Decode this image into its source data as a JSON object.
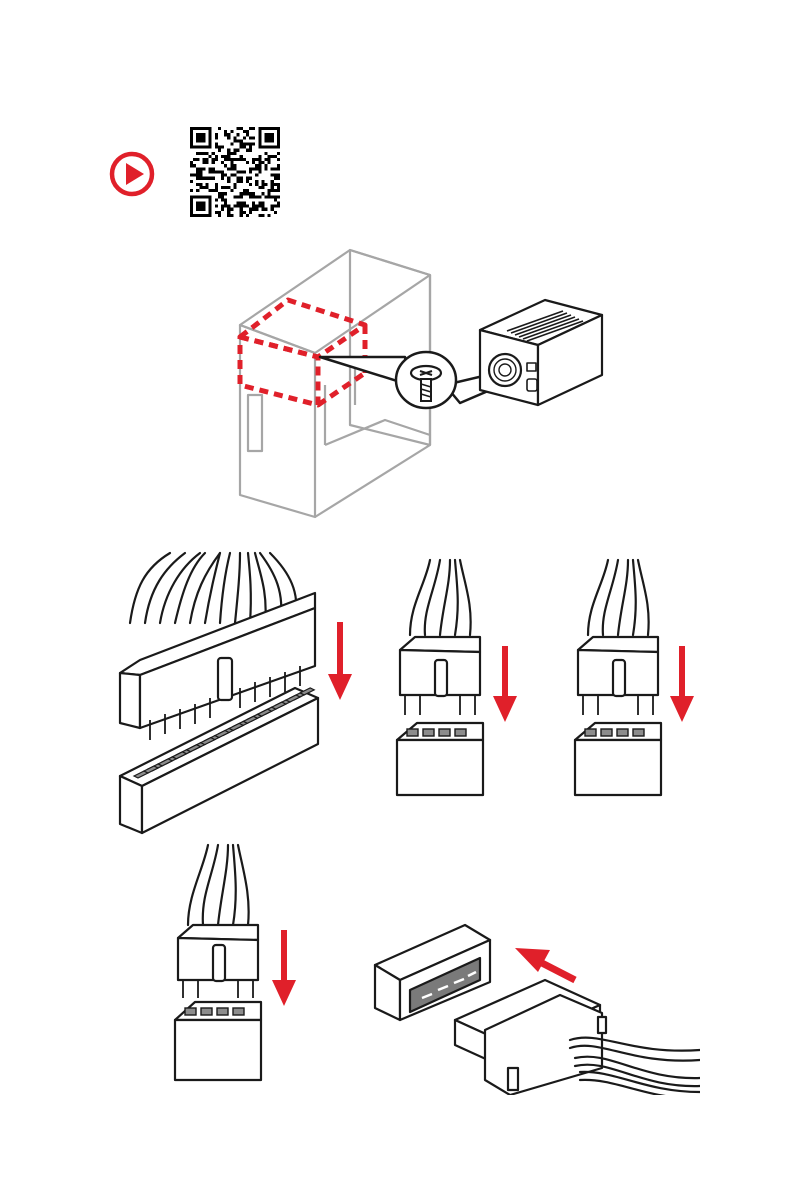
{
  "page": {
    "background": "#ffffff"
  },
  "colors": {
    "accent_red": "#e0202a",
    "outline": "#1a1a1a",
    "case_outline": "#a6a6a6",
    "pin_fill": "#8c8c8c",
    "port_fill": "#7a7a7a"
  },
  "icons": {
    "video": "play-icon",
    "qr": "qr-code",
    "screw": "screw-icon",
    "arrow": "arrow-icon"
  },
  "steps": [
    {
      "id": "psu-install",
      "illustration": "psu-into-case"
    },
    {
      "id": "atx-24pin",
      "illustration": "24-pin-atx-connector"
    },
    {
      "id": "cpu-8pin-a",
      "illustration": "8-pin-cpu-connector"
    },
    {
      "id": "cpu-8pin-b",
      "illustration": "8-pin-cpu-connector"
    },
    {
      "id": "pcie-8pin",
      "illustration": "8-pin-pcie-connector"
    },
    {
      "id": "molex-4pin",
      "illustration": "4-pin-peripheral-connector"
    }
  ]
}
